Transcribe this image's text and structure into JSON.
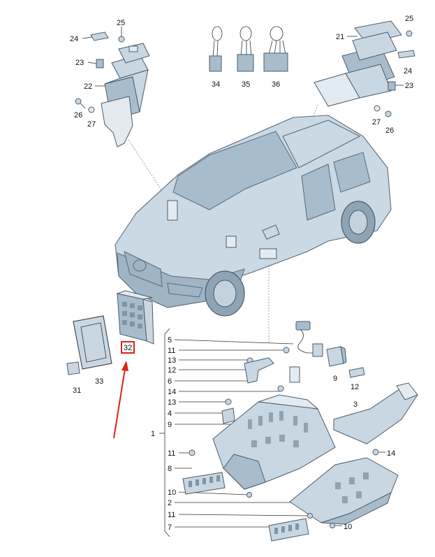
{
  "callouts": {
    "c25a": "25",
    "c24a": "24",
    "c23a": "23",
    "c22": "22",
    "c26a": "26",
    "c27a": "27",
    "c34": "34",
    "c35": "35",
    "c36": "36",
    "c25b": "25",
    "c21": "21",
    "c24b": "24",
    "c23b": "23",
    "c27b": "27",
    "c26b": "26",
    "c32": "32",
    "c31": "31",
    "c33": "33",
    "c5": "5",
    "c11a": "11",
    "c13a": "13",
    "c12a": "12",
    "c6": "6",
    "c14a": "14",
    "c13b": "13",
    "c4": "4",
    "c9a": "9",
    "c1": "1",
    "c11b": "11",
    "c8": "8",
    "c10a": "10",
    "c2": "2",
    "c11c": "11",
    "c7": "7",
    "c9b": "9",
    "c12b": "12",
    "c3": "3",
    "c14b": "14",
    "c10b": "10"
  },
  "highlight": {
    "box_color": "#e0201a",
    "arrow_color": "#e0201a",
    "target_callout": "32"
  }
}
